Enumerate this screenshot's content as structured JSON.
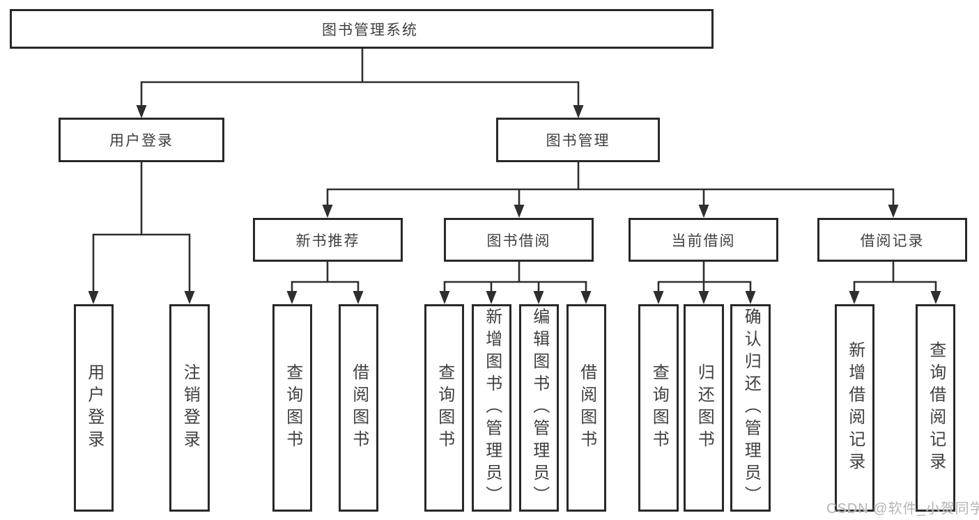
{
  "diagram": {
    "root": {
      "label": "图书管理系统"
    },
    "branches": [
      {
        "label": "用户登录",
        "children": [
          {
            "label": "用户登录"
          },
          {
            "label": "注销登录"
          }
        ]
      },
      {
        "label": "图书管理",
        "children": [
          {
            "label": "新书推荐",
            "children": [
              {
                "label": "查询图书"
              },
              {
                "label": "借阅图书"
              }
            ]
          },
          {
            "label": "图书借阅",
            "children": [
              {
                "label": "查询图书"
              },
              {
                "label": "新增图书（管理员）"
              },
              {
                "label": "编辑图书（管理员）"
              },
              {
                "label": "借阅图书"
              }
            ]
          },
          {
            "label": "当前借阅",
            "children": [
              {
                "label": "查询图书"
              },
              {
                "label": "归还图书"
              },
              {
                "label": "确认归还（管理员）"
              }
            ]
          },
          {
            "label": "借阅记录",
            "children": [
              {
                "label": "新增借阅记录"
              },
              {
                "label": "查询借阅记录"
              }
            ]
          }
        ]
      }
    ]
  },
  "watermark": {
    "label": "CSDN @软件_小贺同学"
  },
  "colors": {
    "background": "#ffffff",
    "line": "#2e2e2e",
    "box_border": "#282828",
    "text": "#3f3f3f",
    "watermark": "#b5b5b5"
  }
}
